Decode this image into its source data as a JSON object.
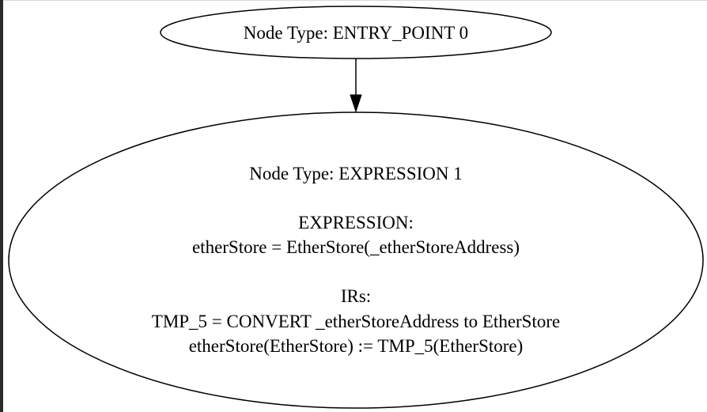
{
  "diagram": {
    "nodes": [
      {
        "id": "entry_point",
        "lines": [
          "Node Type: ENTRY_POINT 0"
        ]
      },
      {
        "id": "expression_1",
        "lines": [
          "Node Type: EXPRESSION 1",
          "",
          "EXPRESSION:",
          "etherStore = EtherStore(_etherStoreAddress)",
          "",
          "IRs:",
          "TMP_5 = CONVERT _etherStoreAddress to EtherStore",
          "etherStore(EtherStore) := TMP_5(EtherStore)"
        ]
      }
    ],
    "edges": [
      {
        "from": "entry_point",
        "to": "expression_1"
      }
    ],
    "colors": {
      "stroke": "#000000",
      "background": "#ffffff",
      "left_border": "#2b2b2b",
      "top_border": "#d8d8d8"
    }
  }
}
